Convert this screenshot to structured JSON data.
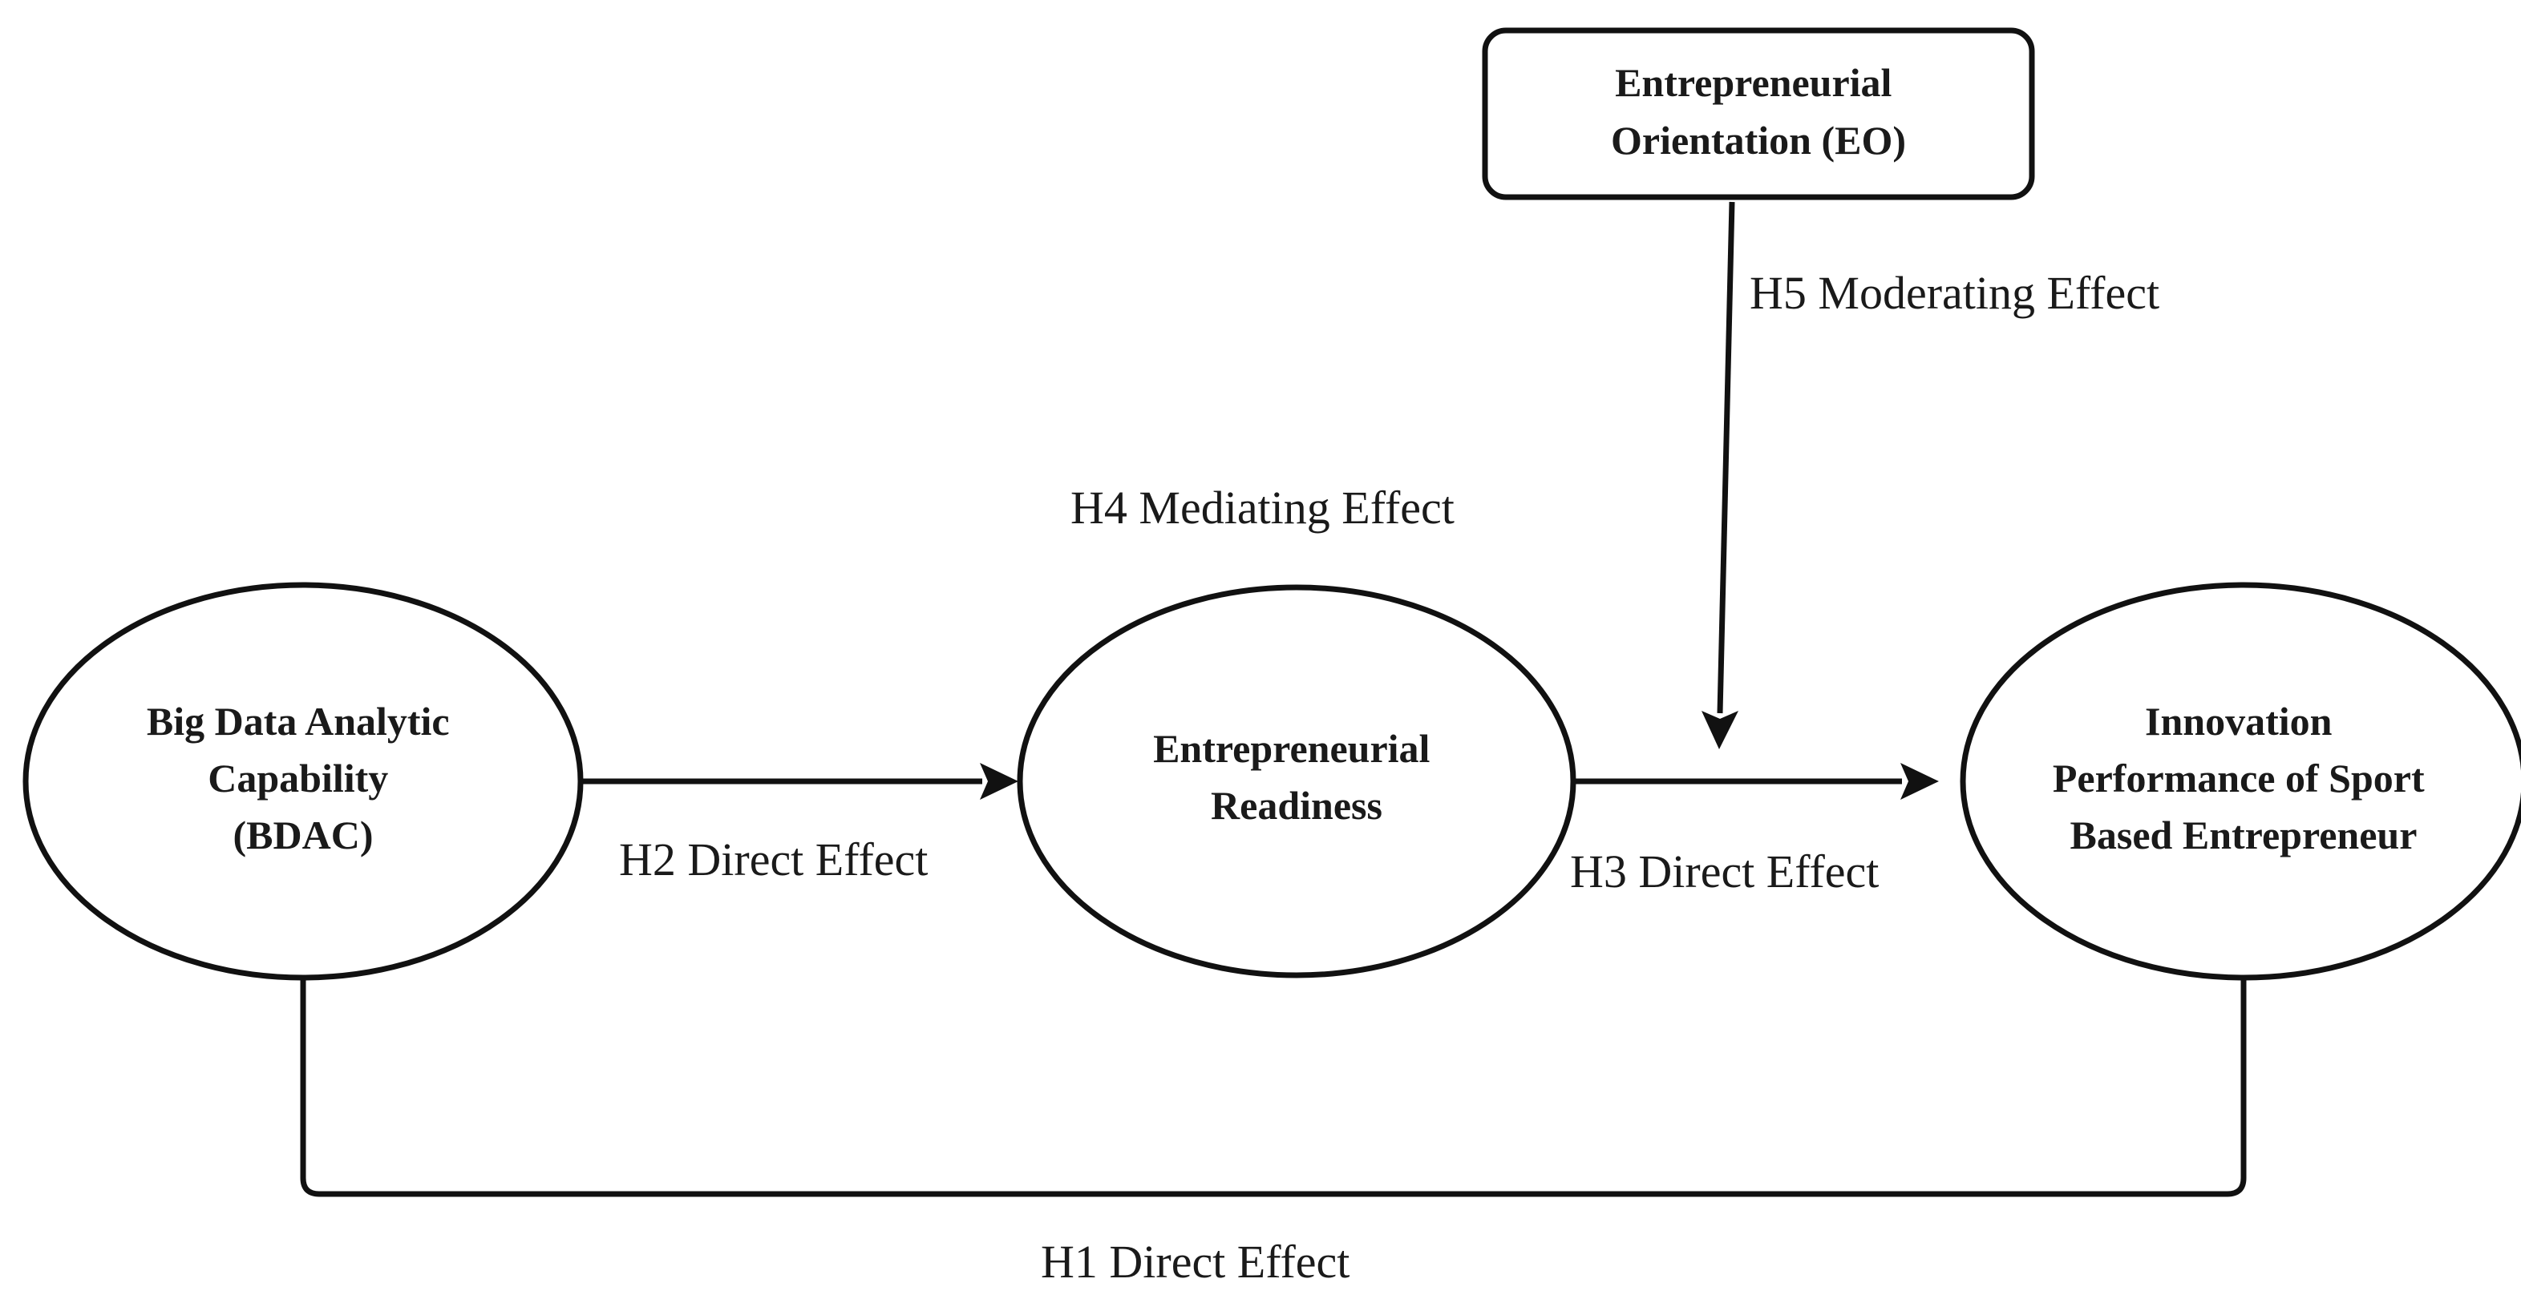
{
  "nodes": {
    "bdac": {
      "lines": [
        "Big Data Analytic",
        "Capability",
        "(BDAC)"
      ]
    },
    "readiness": {
      "lines": [
        "Entrepreneurial",
        "Readiness"
      ]
    },
    "innovation": {
      "lines": [
        "Innovation",
        "Performance of Sport",
        "Based Entrepreneur"
      ]
    },
    "orientation": {
      "lines": [
        "Entrepreneurial",
        "Orientation (EO)"
      ]
    }
  },
  "edges": {
    "h1": "H1 Direct Effect",
    "h2": "H2 Direct Effect",
    "h3": "H3 Direct Effect",
    "h4": "H4 Mediating Effect",
    "h5": "H5 Moderating Effect"
  },
  "colors": {
    "stroke": "#111111",
    "background": "#ffffff"
  }
}
